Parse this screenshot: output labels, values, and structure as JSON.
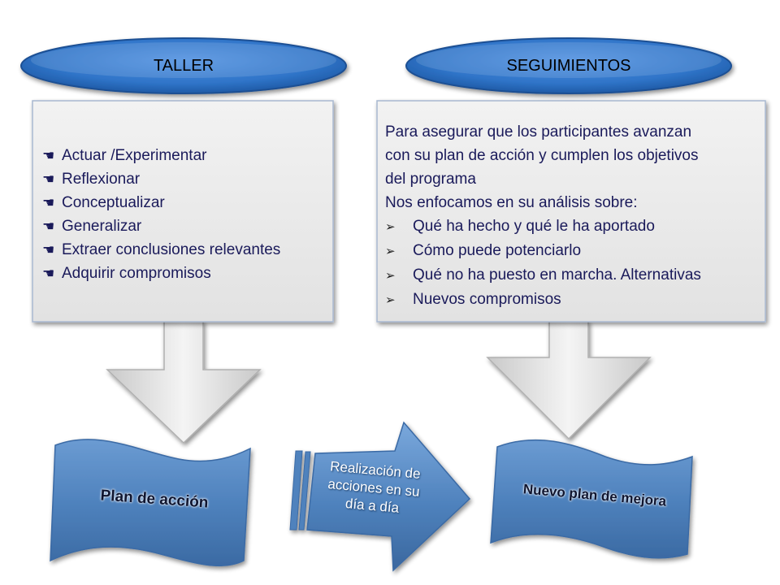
{
  "taller": {
    "title": "TALLER",
    "items": [
      "Actuar /Experimentar",
      "Reflexionar",
      "Conceptualizar",
      "Generalizar",
      "Extraer conclusiones relevantes",
      "Adquirir compromisos"
    ]
  },
  "seguimientos": {
    "title": "SEGUIMIENTOS",
    "intro_lines": [
      "Para asegurar que los participantes avanzan",
      "con su plan de acción y cumplen los objetivos",
      "del programa",
      "Nos  enfocamos en su análisis sobre:"
    ],
    "items": [
      "Qué ha hecho y qué le ha aportado",
      "Cómo puede potenciarlo",
      "Qué no ha puesto en marcha. Alternativas",
      "Nuevos compromisos"
    ]
  },
  "outputs": {
    "plan_accion": "Plan de acción",
    "nuevo_plan": "Nuevo plan de mejora",
    "realizacion_lines": [
      "Realización de",
      "acciones en su",
      "día a día"
    ]
  },
  "colors": {
    "ellipse_fill": "#2f74c8",
    "panel_fill": "#e8e8e8",
    "banner_fill": "#4f82bd",
    "text_dark_blue": "#1a1a5a"
  },
  "icons": {
    "taller_bullet": "pointing-hand-icon",
    "seguimientos_bullet": "arrowhead-bullet-icon"
  }
}
